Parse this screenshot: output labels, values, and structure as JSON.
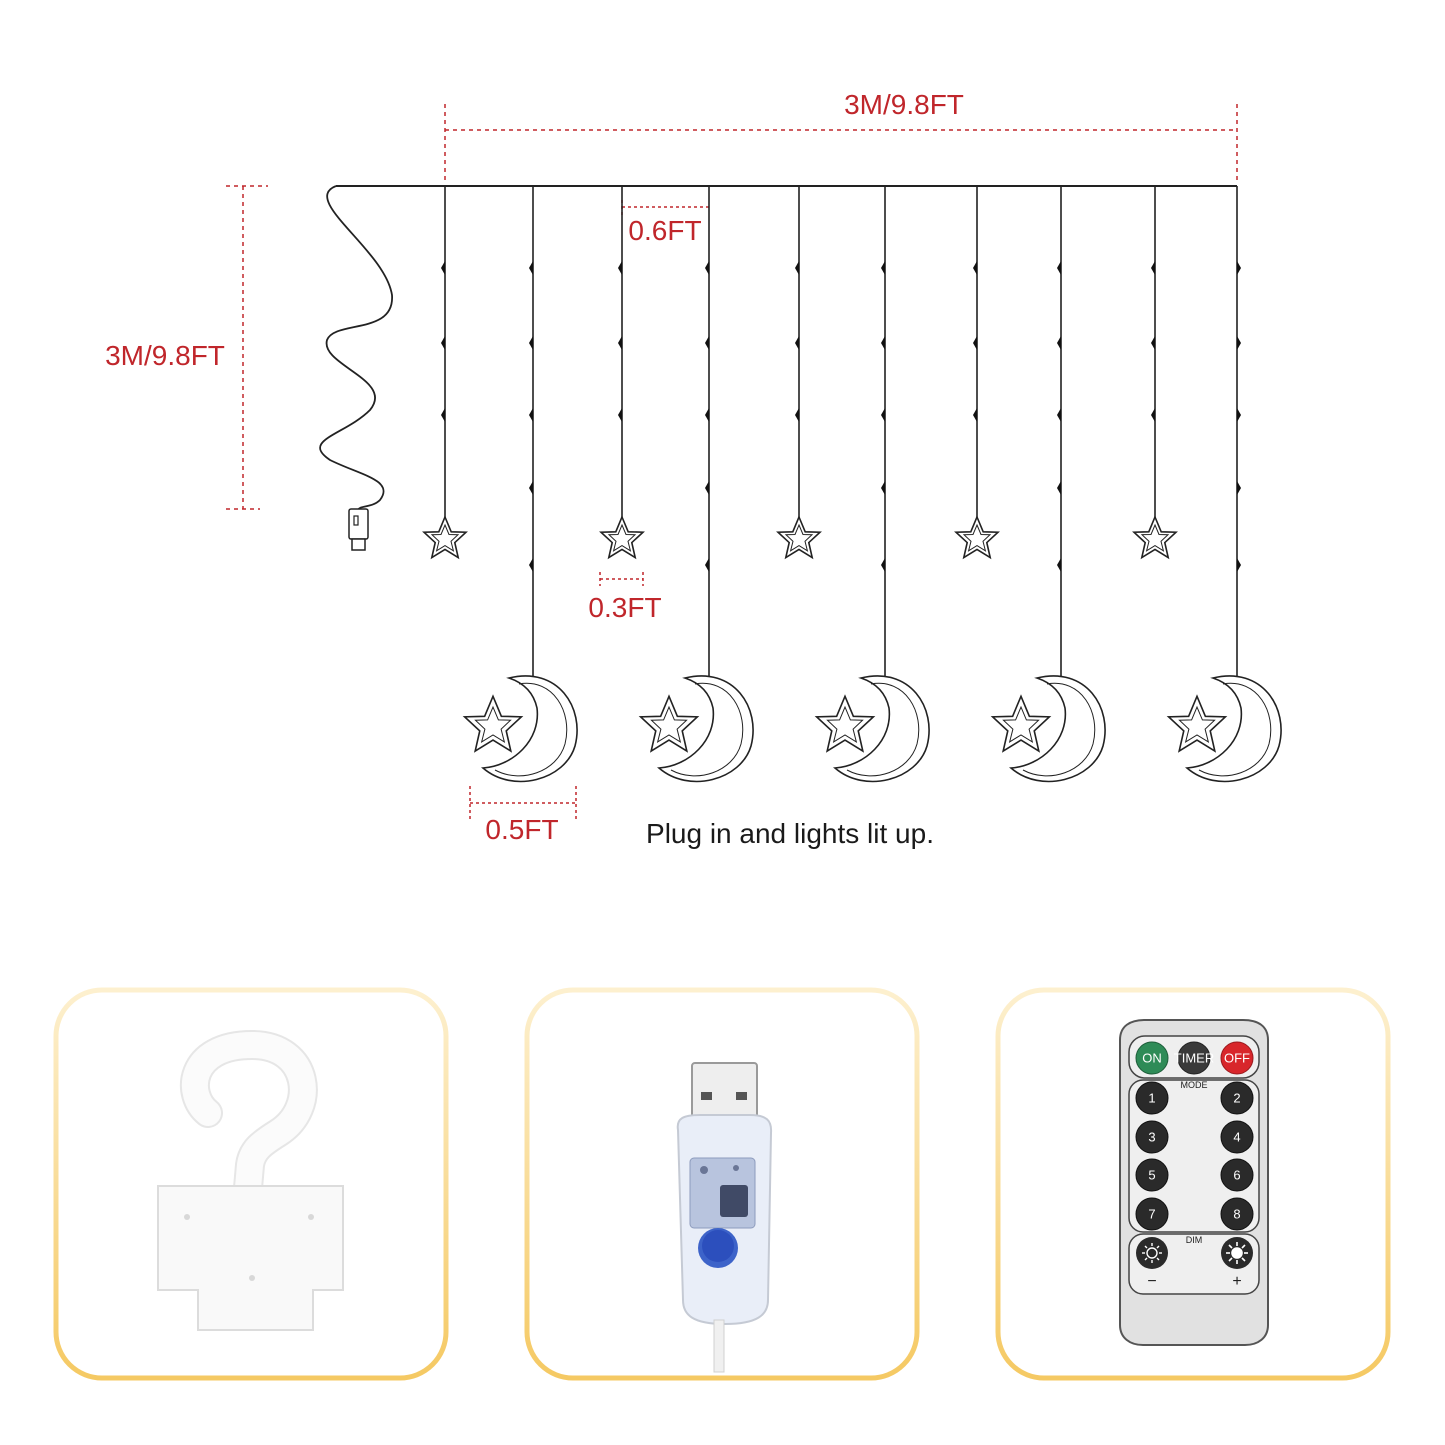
{
  "dimensions": {
    "width_label": "3M/9.8FT",
    "height_label": "3M/9.8FT",
    "spacing_label": "0.6FT",
    "star_size_label": "0.3FT",
    "moon_size_label": "0.5FT"
  },
  "caption": "Plug in and lights lit up.",
  "accessories": [
    {
      "name": "hook"
    },
    {
      "name": "usb-controller"
    },
    {
      "name": "remote-control"
    }
  ],
  "remote": {
    "on_label": "ON",
    "timer_label": "TIMER",
    "off_label": "OFF",
    "mode_label": "MODE",
    "dim_label": "DIM",
    "number_buttons": [
      "1",
      "2",
      "3",
      "4",
      "5",
      "6",
      "7",
      "8"
    ],
    "minus_label": "−",
    "plus_label": "+",
    "colors": {
      "on": "#2e8b57",
      "timer": "#3a3a3a",
      "off": "#d8262b"
    }
  },
  "colors": {
    "dimension": "#c0262b",
    "frame_border": "#f6d58a",
    "wire": "#222222"
  }
}
